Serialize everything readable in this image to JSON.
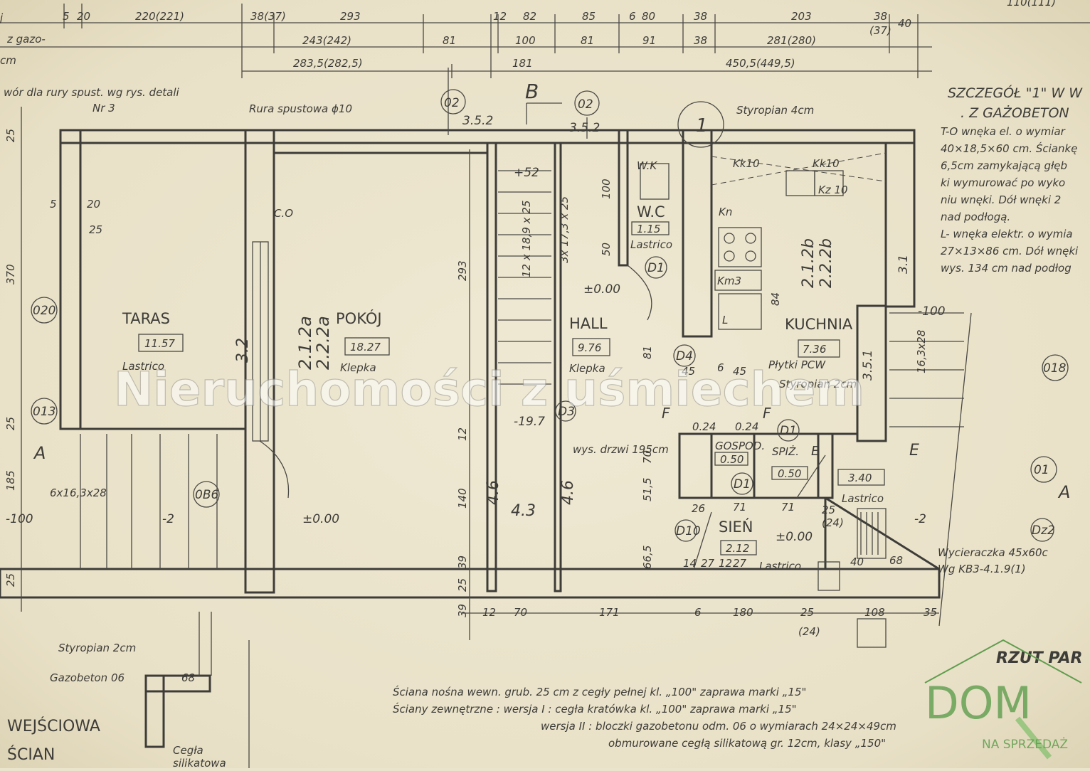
{
  "rooms": {
    "taras": {
      "name": "TARAS",
      "area": "11.57",
      "floor": "Lastrico"
    },
    "pokoj": {
      "name": "POKÓJ",
      "area": "18.27",
      "floor": "Klepka"
    },
    "hall": {
      "name": "HALL",
      "area": "9.76",
      "floor": "Klepka"
    },
    "wc": {
      "name": "W.C",
      "area": "1.15",
      "floor": "Lastrico"
    },
    "kuchnia": {
      "name": "KUCHNIA",
      "area": "7.36",
      "floor": "Płytki PCW",
      "sub": "Styropian 2cm"
    },
    "gospod": {
      "name": "GOSPOD.",
      "area": "0.50"
    },
    "spiz": {
      "name": "SPIŻ.",
      "area": "0.50"
    },
    "sien": {
      "name": "SIEŃ",
      "area": "2.12",
      "floor": "Lastrico"
    },
    "room340": {
      "area": "3.40",
      "floor": "Lastrico"
    }
  },
  "top_dims": {
    "row1": [
      "5",
      "20",
      "220(221)",
      "38(37)",
      "293",
      "12",
      "82",
      "85",
      "6",
      "80",
      "38",
      "203",
      "38",
      "(37)",
      "40",
      "110(111)"
    ],
    "row2": [
      "243(242)",
      "81",
      "100",
      "81",
      "91",
      "38",
      "281(280)"
    ],
    "row3": [
      "283,5(282,5)",
      "181",
      "450,5(449,5)"
    ]
  },
  "notes": {
    "left_top_1": "j",
    "left_top_2": "z gazo-",
    "left_top_3": "cm",
    "otwor": "wór dla rury spust. wg rys. detali",
    "otwor_nr": "Nr 3",
    "rura": "Rura spustowa ϕ10",
    "styropian4": "Styropian 4cm",
    "wys_drzwi": "wys. drzwi 195cm",
    "wycieraczka": "Wycieraczka 45x60c",
    "kb3": "Wg KB3-4.1.9(1)",
    "styropian2": "Styropian 2cm",
    "gazobeton": "Gazobeton 06",
    "cegla": "Cegła",
    "silikatowa": "silikatowa",
    "wejsciowa": "WEJŚCIOWA",
    "scian": "ŚCIAN",
    "rzut": "RZUT PAR",
    "co": "C.O",
    "stairs1": "12 x 18,9 x 25",
    "stairs2": "3x 17,3 x 25",
    "stairs3": "6x16,3x28",
    "stairs4": "16,3x28",
    "kk1": "Kk10",
    "kk2": "Kk10",
    "kz": "Kz 10",
    "kn": "Kn",
    "km": "Km3",
    "wk": "W.K",
    "l": "L"
  },
  "detail": {
    "title1": "SZCZEGÓŁ \"1\" W W",
    "title2": ". Z GAŻOBETON",
    "lines": [
      "T-O wnęka el. o wymiar",
      "40×18,5×60 cm. Ściankę",
      "6,5cm zamykającą głęb",
      "ki wymurować po wyko",
      "niu wnęki. Dół wnęki 2",
      "nad podłogą.",
      "L- wnęka elektr. o wymia",
      "27×13×86 cm. Dół wnęki",
      "wys. 134 cm nad podłog"
    ]
  },
  "spec": {
    "line1": "Ściana nośna  wewn. grub. 25 cm z cegły pełnej kl. „100\" zaprawa  marki „15\"",
    "line2": "Ściany zewnętrzne :  wersja I : cegła kratówka  kl. „100\" zaprawa marki „15\"",
    "line3": "wersja II : bloczki gazobetonu odm. 06 o wymiarach 24×24×49cm",
    "line4": "obmurowane cegłą silikatową gr. 12cm, klasy „150\""
  },
  "markers": {
    "ax02a": "02",
    "ax02b": "02",
    "B": "B",
    "s352a": "3.5.2",
    "s352b": "3.5.2",
    "det1": "1",
    "ax020": "020",
    "ax013": "013",
    "ax0B6": "0B6",
    "ax018": "018",
    "ax01": "01",
    "D1a": "D1",
    "D1b": "D1",
    "D1c": "D1",
    "D3": "D3",
    "D4": "D4",
    "D10": "D10",
    "Dz2": "Dz2",
    "A1": "A",
    "A2": "A",
    "E1": "E",
    "E2": "E",
    "F1": "F",
    "F2": "F",
    "sec1": "2.1.2a",
    "sec2": "2.2.2a",
    "sec3": "2.1.2b",
    "sec4": "2.2.2b",
    "lvl1": "±0.00",
    "lvl2": "±0.00",
    "lvl3": "±0.00",
    "lvl4": "-100",
    "lvl5": "-100",
    "lvl6": "-2",
    "lvl7": "-2",
    "lvl8": "+52",
    "lvl9": "-19.7",
    "h32": "3.2",
    "h46a": "4.6",
    "h46b": "4.6",
    "h43": "4.3",
    "h31": "3.1",
    "h351": "3.5.1"
  },
  "side_dims": {
    "left": [
      "25",
      "5",
      "20",
      "25",
      "370",
      "25",
      "185",
      "25"
    ],
    "v293": "293",
    "v140": "140",
    "v39a": "39",
    "v25": "25",
    "v39b": "39",
    "v12": "12",
    "v100": "100",
    "v50": "50",
    "v81": "81",
    "v84": "84",
    "v665": "66,5",
    "v515": "51,5",
    "v70": "70",
    "bottom": [
      "12",
      "70",
      "171",
      "6",
      "180",
      "25",
      "(24)",
      "108",
      "35",
      "40",
      "68",
      "26",
      "71",
      "71",
      "25",
      "(24)",
      "14",
      "27",
      "12",
      "27",
      "68",
      "45",
      "6",
      "45",
      "0.24",
      "0.24"
    ]
  },
  "watermark": "Nieruchomości z uśmiechem",
  "logo": {
    "text": "DOM",
    "tagline": "NA SPRZEDAŻ",
    "color": "#5f9e4e"
  }
}
